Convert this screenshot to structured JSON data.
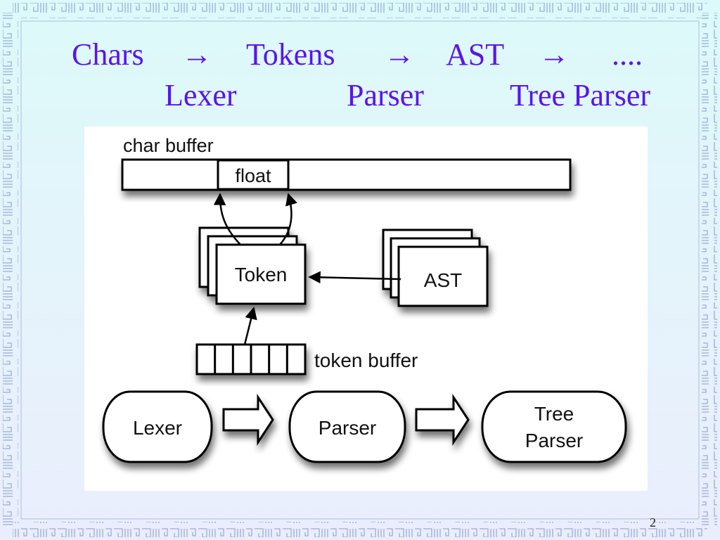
{
  "slide": {
    "title_row": [
      {
        "text": "Chars"
      },
      {
        "text": "→"
      },
      {
        "text": "Tokens"
      },
      {
        "text": "→"
      },
      {
        "text": "AST"
      },
      {
        "text": "→"
      },
      {
        "text": "...."
      }
    ],
    "subtitle_row": [
      {
        "text": "Lexer"
      },
      {
        "text": "Parser"
      },
      {
        "text": "Tree Parser"
      }
    ],
    "page_number": "2",
    "colors": {
      "title": "#5a14ee",
      "background_top": "#dcfafa",
      "background_bottom": "#eaeefc",
      "border_pattern": "#8f9fd0"
    }
  },
  "diagram": {
    "char_buffer_label": "char buffer",
    "float_label": "float",
    "token_label": "Token",
    "ast_label": "AST",
    "token_buffer_label": "token buffer",
    "token_buffer_cells": 6,
    "pipeline": [
      {
        "label_lines": [
          "Lexer"
        ]
      },
      {
        "label_lines": [
          "Parser"
        ]
      },
      {
        "label_lines": [
          "Tree",
          "Parser"
        ]
      }
    ]
  }
}
